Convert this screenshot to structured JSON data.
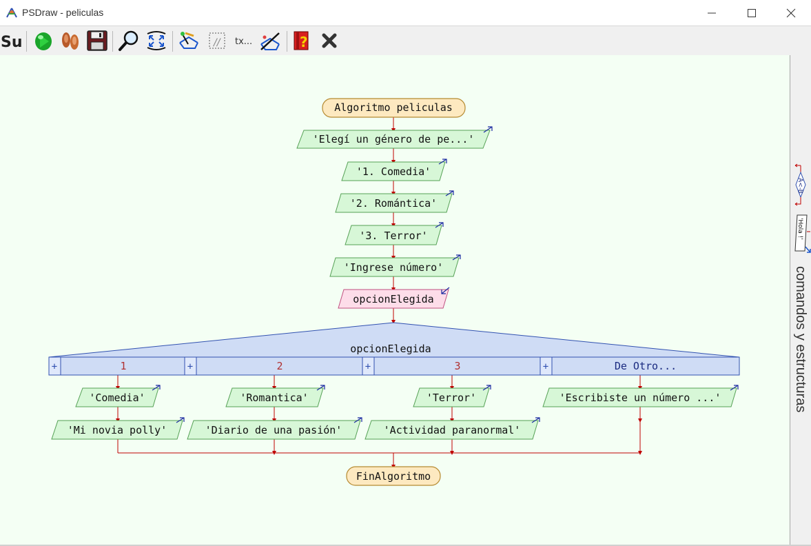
{
  "window": {
    "title": "PSDraw - peliculas"
  },
  "toolbar": {
    "buttons": [
      {
        "name": "sub-button",
        "icon": "sub-icon",
        "label": "Sub"
      },
      {
        "name": "run-button",
        "icon": "play-icon"
      },
      {
        "name": "step-button",
        "icon": "footsteps-icon"
      },
      {
        "name": "save-button",
        "icon": "floppy-icon"
      },
      {
        "name": "zoom-button",
        "icon": "magnifier-icon"
      },
      {
        "name": "fit-button",
        "icon": "fit-arrows-icon"
      },
      {
        "name": "draw-button",
        "icon": "flowchart-icon"
      },
      {
        "name": "comment-button",
        "icon": "comment-icon"
      },
      {
        "name": "text-button",
        "icon": "text-icon",
        "label": "tx..."
      },
      {
        "name": "delete-node-button",
        "icon": "crossed-flowchart-icon"
      },
      {
        "name": "help-button",
        "icon": "help-book-icon"
      },
      {
        "name": "close-button",
        "icon": "x-icon"
      }
    ]
  },
  "side_panel": {
    "label": "comandos y estructuras",
    "icons": [
      {
        "name": "assign-icon",
        "text": "A<-B"
      },
      {
        "name": "write-icon",
        "text": "'Hola !'"
      }
    ]
  },
  "flowchart": {
    "start": "Algoritmo peliculas",
    "sequence": [
      {
        "type": "output",
        "text": "'Elegí un género de pe...'"
      },
      {
        "type": "output",
        "text": "'1. Comedia'"
      },
      {
        "type": "output",
        "text": "'2. Romántica'"
      },
      {
        "type": "output",
        "text": "'3. Terror'"
      },
      {
        "type": "output",
        "text": "'Ingrese número'"
      },
      {
        "type": "input",
        "text": "opcionElegida"
      }
    ],
    "switch": {
      "variable": "opcionElegida",
      "cases": [
        {
          "label": "1",
          "outputs": [
            "'Comedia'",
            "'Mi novia polly'"
          ]
        },
        {
          "label": "2",
          "outputs": [
            "'Romantica'",
            "'Diario de una pasión'"
          ]
        },
        {
          "label": "3",
          "outputs": [
            "'Terror'",
            "'Actividad paranormal'"
          ]
        },
        {
          "label": "De Otro...",
          "outputs": [
            "'Escribiste un número ...'"
          ]
        }
      ],
      "plus_sign": "+"
    },
    "end": "FinAlgoritmo"
  },
  "colors": {
    "start_end_fill": "#fde9c0",
    "start_end_stroke": "#b58a30",
    "output_fill": "#d7f7d7",
    "output_stroke": "#55a055",
    "input_fill": "#fddde9",
    "input_stroke": "#c05080",
    "switch_fill": "#cfdcf5",
    "switch_stroke": "#3050b0",
    "connector": "#c00000",
    "case_label": "#b03030"
  }
}
